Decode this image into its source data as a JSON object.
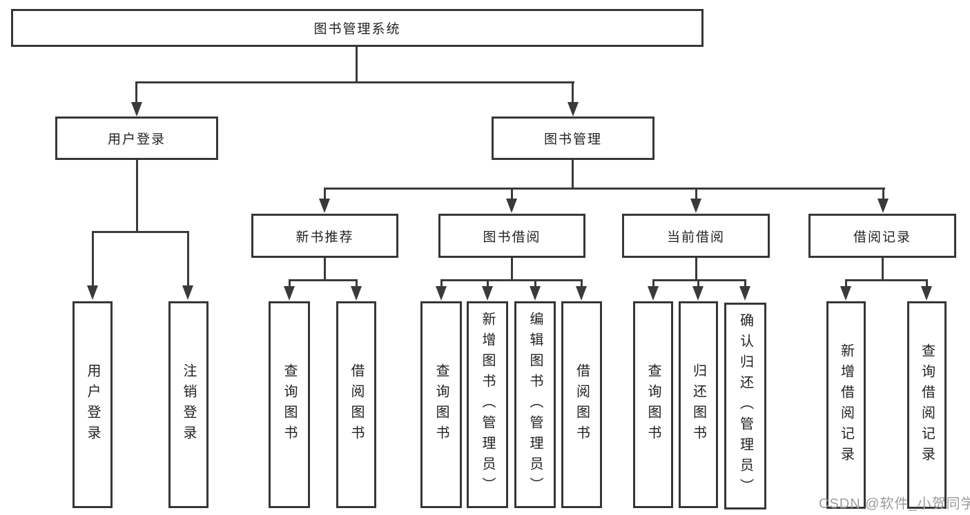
{
  "diagram": {
    "root": "图书管理系统",
    "level2": [
      "用户登录",
      "图书管理"
    ],
    "level3": [
      "新书推荐",
      "图书借阅",
      "当前借阅",
      "借阅记录"
    ],
    "leaves": {
      "user": [
        "用户登录",
        "注销登录"
      ],
      "recommend": [
        "查询图书",
        "借阅图书"
      ],
      "borrow": [
        "查询图书",
        "新增图书（管理员）",
        "编辑图书（管理员）",
        "借阅图书"
      ],
      "current": [
        "查询图书",
        "归还图书",
        "确认归还（管理员）"
      ],
      "records": [
        "新增借阅记录",
        "查询借阅记录"
      ]
    },
    "watermark": "CSDN @软件_小贺同学",
    "colors": {
      "line": "#3a3a3a",
      "box_border": "#363636",
      "text": "#222222",
      "watermark": "#9c9c9c",
      "background": "#ffffff"
    }
  }
}
